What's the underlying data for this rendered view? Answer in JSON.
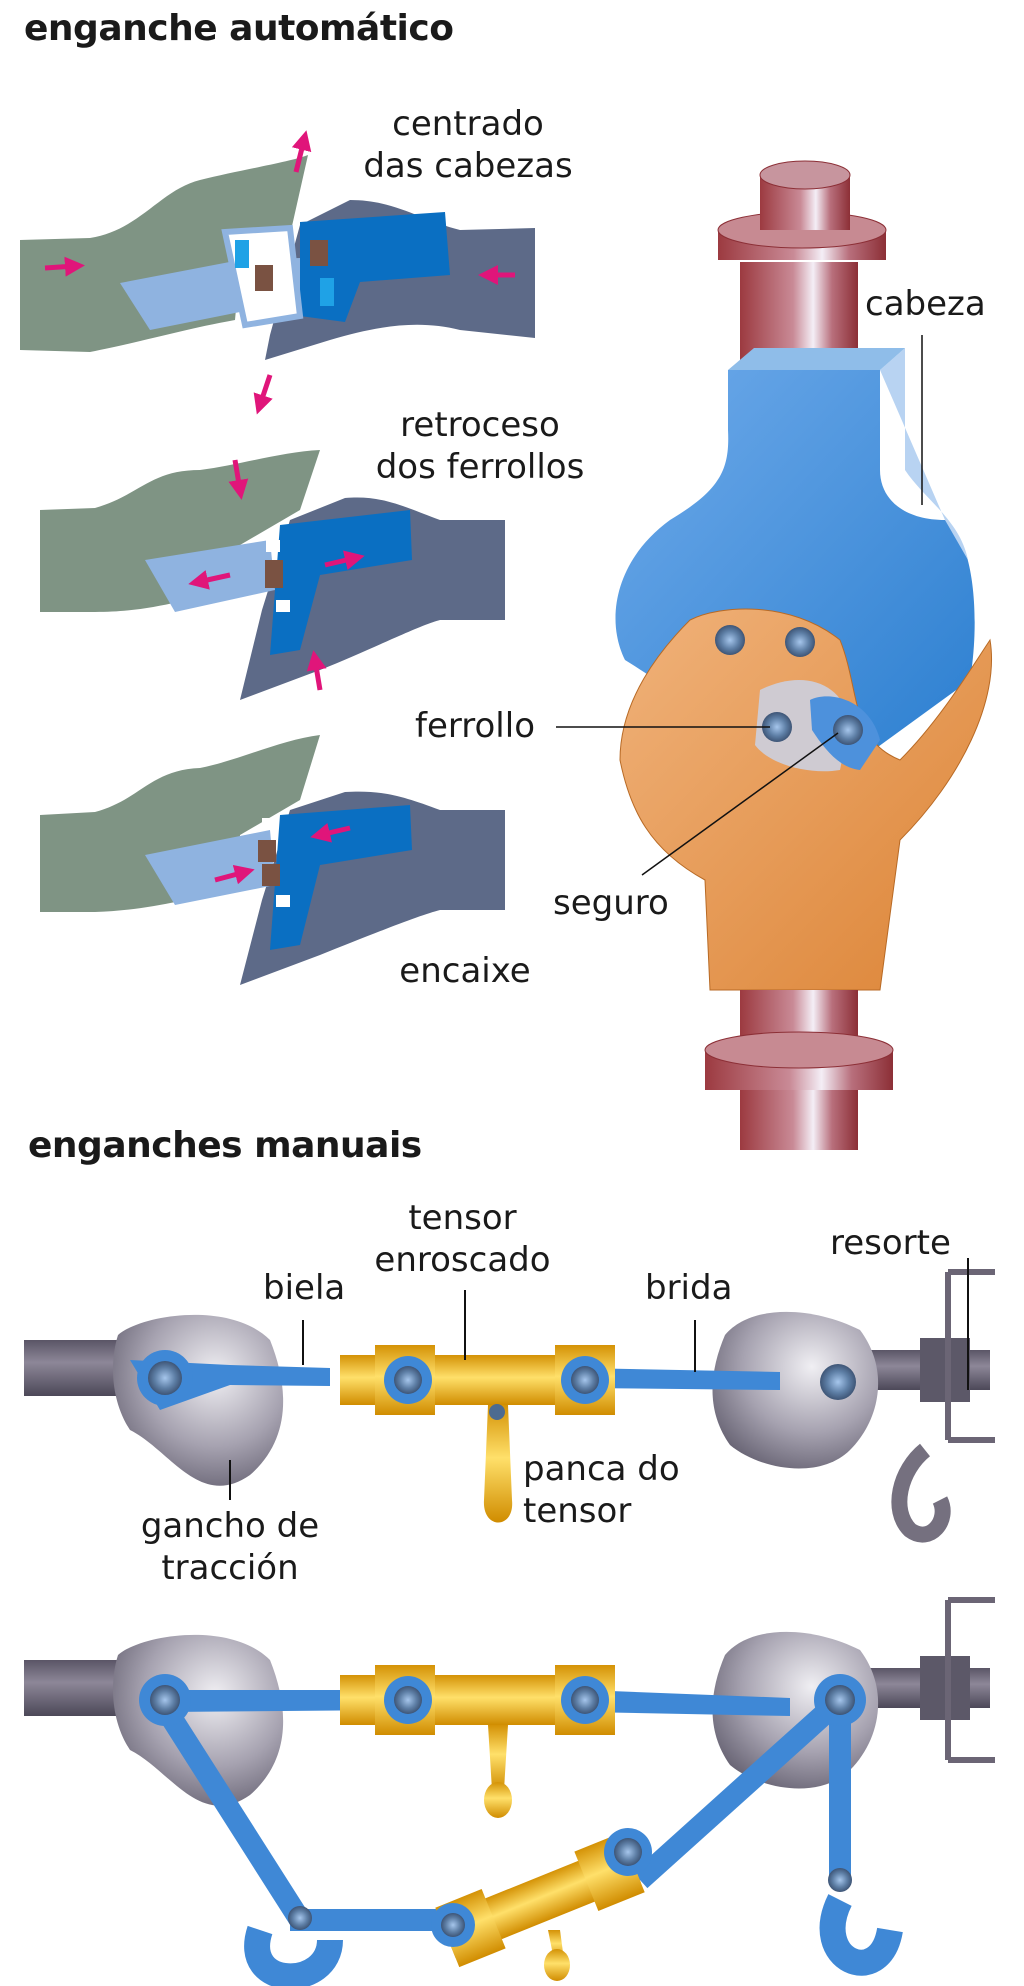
{
  "sections": {
    "automatic": {
      "title": "enganche automático",
      "steps": [
        {
          "line1": "centrado",
          "line2": "das cabezas"
        },
        {
          "line1": "retroceso",
          "line2": "dos ferrollos"
        },
        {
          "line1": "encaixe"
        }
      ],
      "parts": {
        "head": "cabeza",
        "bolt": "ferrollo",
        "lock": "seguro"
      }
    },
    "manual": {
      "title": "enganches manuais",
      "parts": {
        "turnbuckle_line1": "tensor",
        "turnbuckle_line2": "enroscado",
        "rod": "biela",
        "flange": "brida",
        "spring": "resorte",
        "hook_line1": "gancho de",
        "hook_line2": "tracción",
        "lever_line1": "panca do",
        "lever_line2": "tensor"
      }
    }
  },
  "colors": {
    "left_coupler": "#7f9484",
    "right_coupler": "#5d6a88",
    "blue_inner": "#0a6fc2",
    "light_blue": "#8fb3e0",
    "arrow": "#e0157a",
    "brown": "#7a5242",
    "head_blue": "#4a93dc",
    "hand_orange": "#e89a4c",
    "cylinder_red": "#b2555a",
    "rod_blue": "#3f88d6",
    "tensor_gold": "#f2b51a",
    "hook_gray": "#8c8996"
  }
}
